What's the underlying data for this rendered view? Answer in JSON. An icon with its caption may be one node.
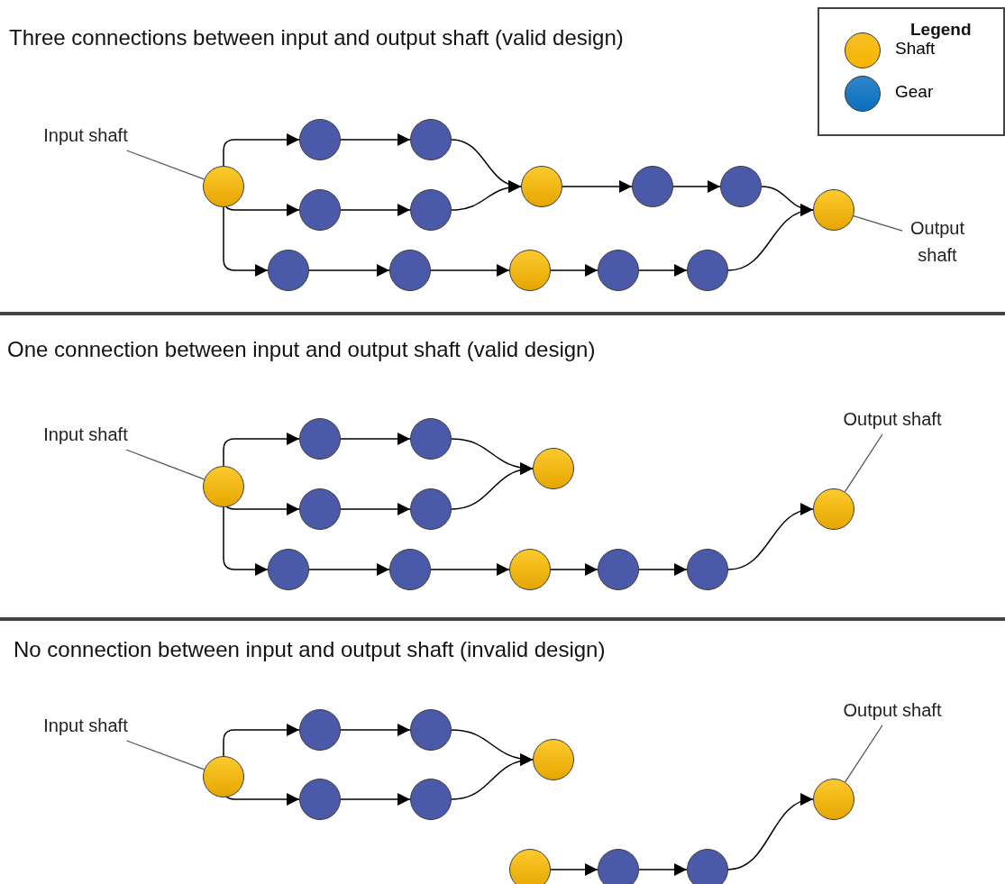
{
  "diagram": {
    "nodes": [
      {
        "text": [
          "Input shaft"
        ]
      },
      {
        "text": [],
        "shape": "circle"
      },
      {
        "text": [],
        "shape": "circle"
      },
      {
        "text": [],
        "shape": "circle"
      },
      {
        "text": [],
        "shape": "circle"
      },
      {
        "text": [],
        "shape": "circle"
      },
      {
        "text": [],
        "shape": "circle"
      },
      {
        "text": [],
        "shape": "circle"
      },
      {
        "text": [],
        "shape": "circle"
      },
      {
        "text": [],
        "shape": "circle"
      },
      {
        "text": [
          "Output shaft"
        ]
      },
      {
        "text": [],
        "shape": "circle"
      },
      {
        "text": [],
        "shape": "circle"
      },
      {
        "text": [],
        "shape": "circle"
      },
      {
        "text": [],
        "shape": "circle"
      },
      {
        "text": [],
        "shape": "circle"
      },
      {
        "text": [
          "Input shaft"
        ]
      },
      {
        "text": [],
        "shape": "circle"
      },
      {
        "text": [],
        "shape": "circle"
      },
      {
        "text": [],
        "shape": "circle"
      },
      {
        "text": [],
        "shape": "circle"
      },
      {
        "text": [],
        "shape": "circle"
      },
      {
        "text": [],
        "shape": "circle"
      },
      {
        "text": [
          "Output shaft"
        ]
      },
      {
        "text": [],
        "shape": "circle"
      },
      {
        "text": [],
        "shape": "circle"
      },
      {
        "text": [],
        "shape": "circle"
      },
      {
        "text": [],
        "shape": "circle"
      },
      {
        "text": [],
        "shape": "circle"
      },
      {
        "text": [],
        "shape": "circle"
      },
      {
        "text": [
          "Input shaft"
        ]
      },
      {
        "text": [],
        "shape": "circle"
      },
      {
        "text": [],
        "shape": "circle"
      },
      {
        "text": [],
        "shape": "circle"
      },
      {
        "text": [],
        "shape": "circle"
      },
      {
        "text": [],
        "shape": "circle"
      },
      {
        "text": [],
        "shape": "circle"
      },
      {
        "text": [
          "Output shaft"
        ]
      },
      {
        "text": [],
        "shape": "circle"
      },
      {
        "text": [],
        "shape": "circle"
      },
      {
        "text": [],
        "shape": "circle"
      },
      {
        "text": [],
        "shape": "circle"
      }
    ],
    "edges": [
      {
        "from": 0,
        "to": 1,
        "arrow": "none"
      },
      {
        "from": 1,
        "to": 2,
        "arrow": "to"
      },
      {
        "from": 2,
        "to": 3,
        "arrow": "to"
      },
      {
        "from": 1,
        "to": 4,
        "arrow": "to"
      },
      {
        "from": 4,
        "to": 5,
        "arrow": "to"
      },
      {
        "from": 3,
        "to": 6,
        "arrow": "to"
      },
      {
        "from": 5,
        "to": 6,
        "arrow": "to"
      },
      {
        "from": 6,
        "to": 7,
        "arrow": "to"
      },
      {
        "from": 7,
        "to": 8,
        "arrow": "to"
      },
      {
        "from": 8,
        "to": 9,
        "arrow": "to"
      },
      {
        "from": 10,
        "to": 9,
        "arrow": "none"
      },
      {
        "from": 1,
        "to": 11,
        "arrow": "to"
      },
      {
        "from": 11,
        "to": 12,
        "arrow": "to"
      },
      {
        "from": 12,
        "to": 13,
        "arrow": "to"
      },
      {
        "from": 13,
        "to": 14,
        "arrow": "to"
      },
      {
        "from": 14,
        "to": 15,
        "arrow": "to"
      },
      {
        "from": 15,
        "to": 9,
        "arrow": "to"
      },
      {
        "from": 16,
        "to": 17,
        "arrow": "none"
      },
      {
        "from": 17,
        "to": 18,
        "arrow": "to"
      },
      {
        "from": 18,
        "to": 19,
        "arrow": "to"
      },
      {
        "from": 17,
        "to": 20,
        "arrow": "to"
      },
      {
        "from": 20,
        "to": 21,
        "arrow": "to"
      },
      {
        "from": 19,
        "to": 22,
        "arrow": "to"
      },
      {
        "from": 21,
        "to": 22,
        "arrow": "to"
      },
      {
        "from": 23,
        "to": 24,
        "arrow": "none"
      },
      {
        "from": 17,
        "to": 25,
        "arrow": "to"
      },
      {
        "from": 25,
        "to": 26,
        "arrow": "to"
      },
      {
        "from": 26,
        "to": 27,
        "arrow": "to"
      },
      {
        "from": 27,
        "to": 28,
        "arrow": "to"
      },
      {
        "from": 28,
        "to": 29,
        "arrow": "to"
      },
      {
        "from": 29,
        "to": 24,
        "arrow": "to"
      },
      {
        "from": 30,
        "to": 31,
        "arrow": "none"
      },
      {
        "from": 31,
        "to": 32,
        "arrow": "to"
      },
      {
        "from": 32,
        "to": 33,
        "arrow": "to"
      },
      {
        "from": 31,
        "to": 34,
        "arrow": "to"
      },
      {
        "from": 34,
        "to": 35,
        "arrow": "to"
      },
      {
        "from": 33,
        "to": 36,
        "arrow": "to"
      },
      {
        "from": 35,
        "to": 36,
        "arrow": "to"
      },
      {
        "from": 37,
        "to": 38,
        "arrow": "none"
      },
      {
        "from": 39,
        "to": 40,
        "arrow": "to"
      },
      {
        "from": 40,
        "to": 41,
        "arrow": "to"
      },
      {
        "from": 41,
        "to": 38,
        "arrow": "to"
      }
    ],
    "labels": [
      "Three connections between input and output shaft (valid design)",
      "Legend",
      "One connection between input and output shaft (valid design)",
      "No connection between input and output shaft (invalid design)"
    ],
    "legend": [
      {
        "text": "Shaft",
        "color": "#f5b400"
      },
      {
        "text": "Gear",
        "color": "#0a6fc0"
      }
    ]
  }
}
